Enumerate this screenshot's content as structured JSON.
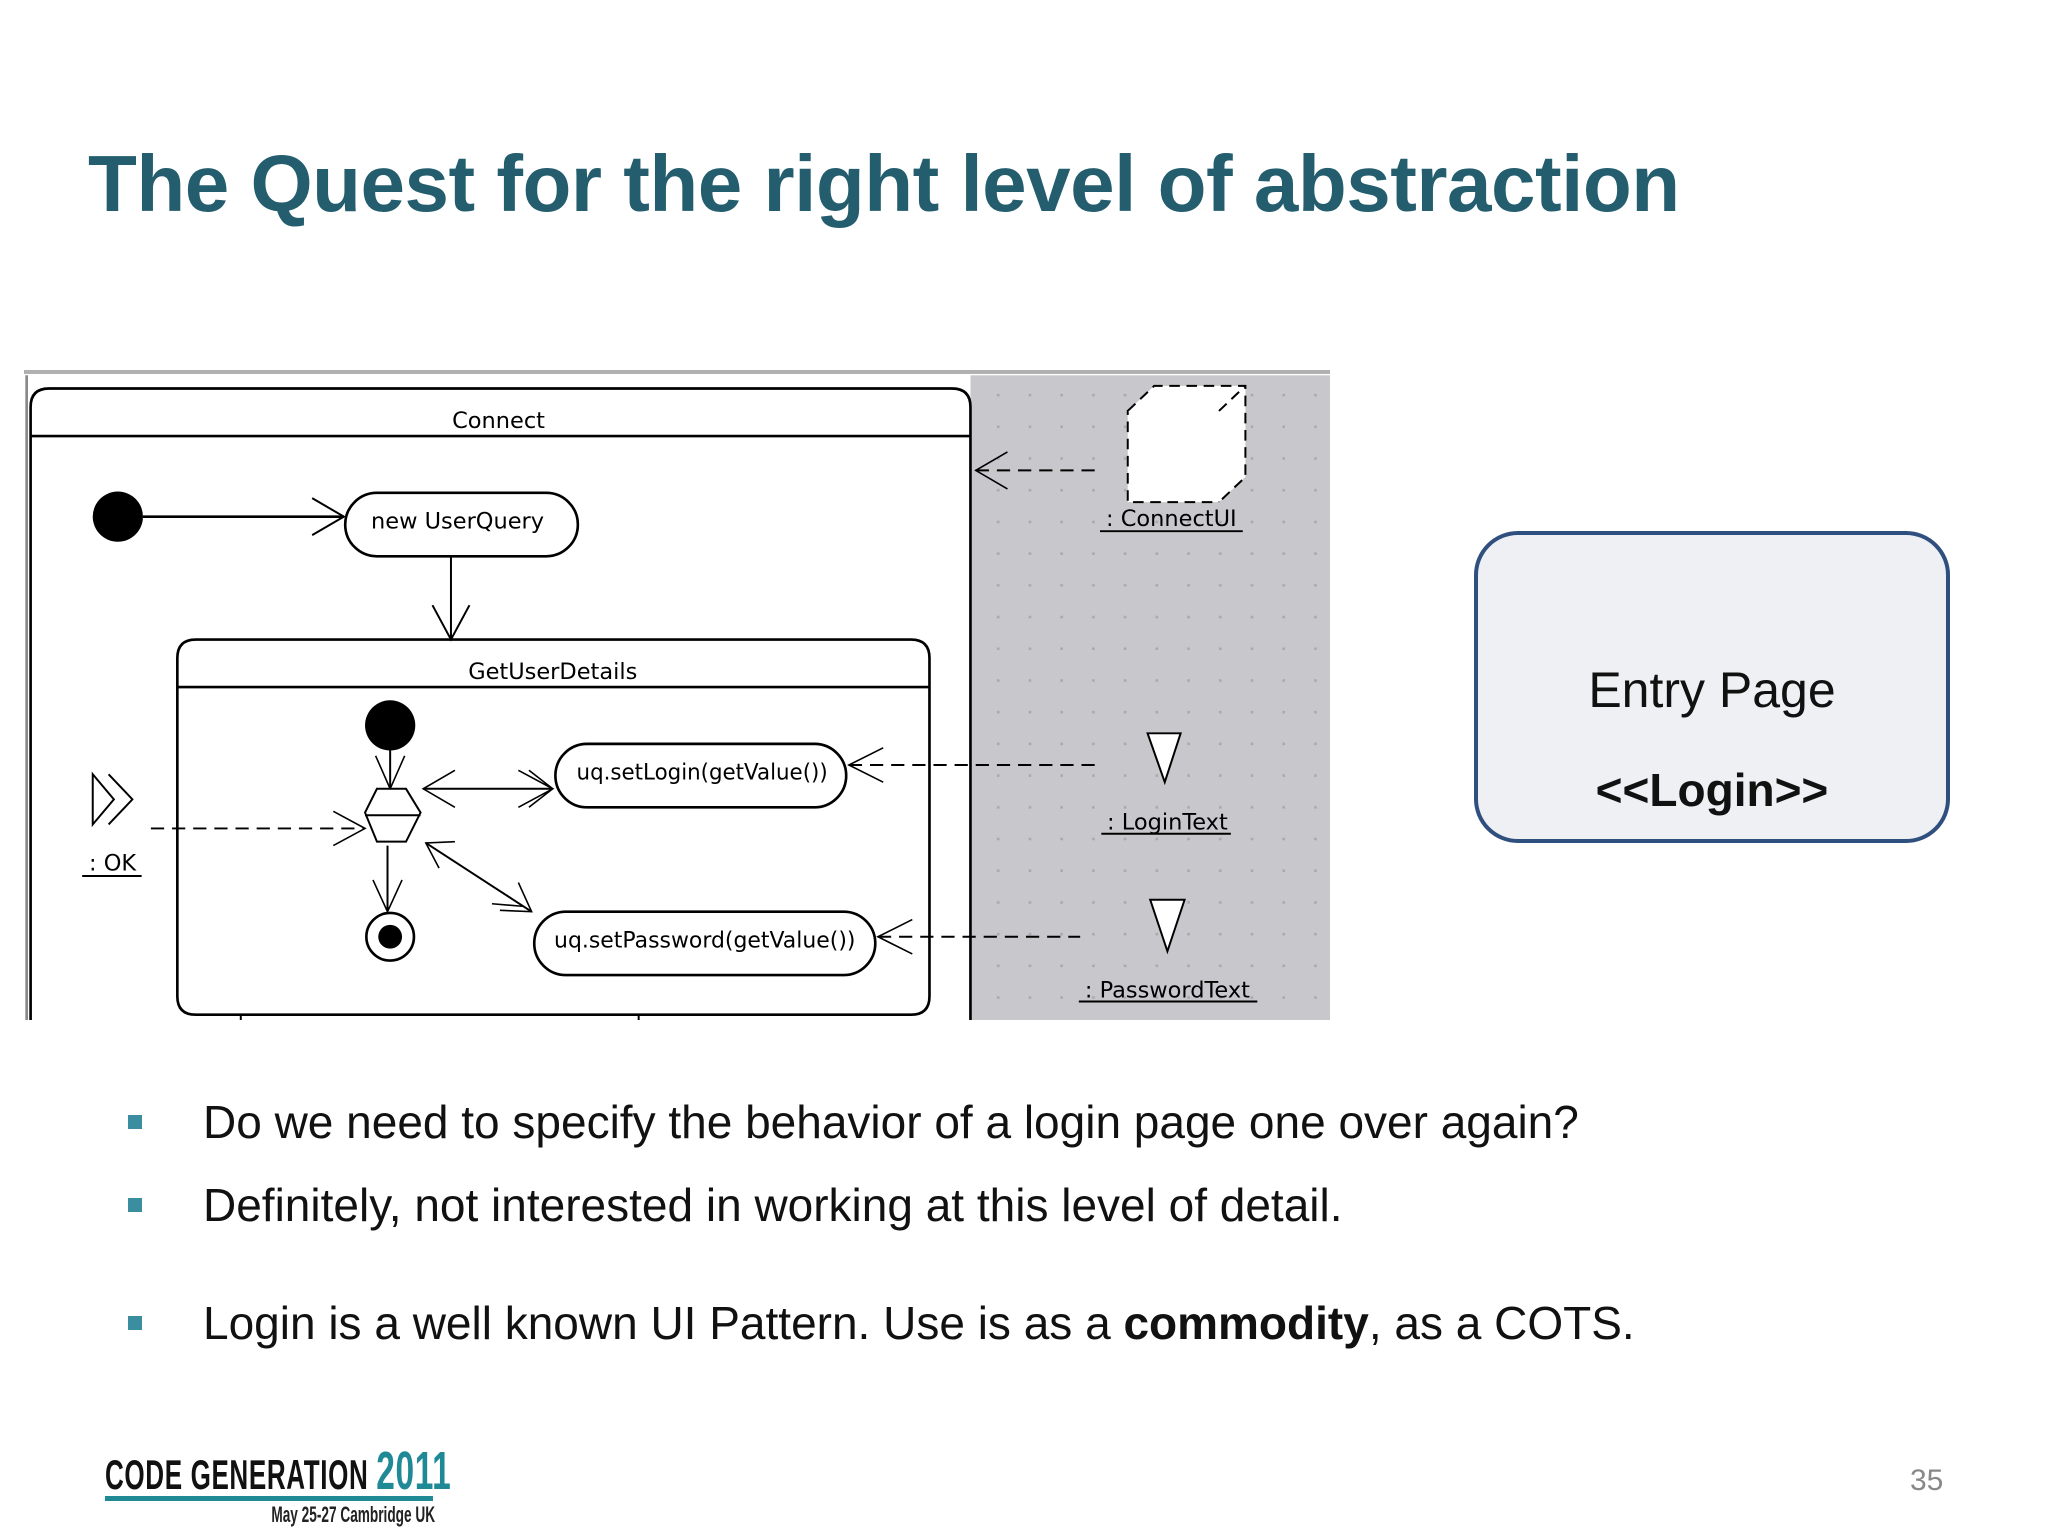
{
  "slide": {
    "title": "The Quest for the right level of abstraction",
    "page_number": "35"
  },
  "diagram": {
    "outer_state": "Connect",
    "action_new": "new UserQuery",
    "inner_state": "GetUserDetails",
    "action_login": "uq.setLogin(getValue())",
    "action_password": "uq.setPassword(getValue())",
    "object_connect": ": ConnectUI",
    "object_login": ": LoginText",
    "object_password": ": PasswordText",
    "signal_ok": ": OK"
  },
  "entry_box": {
    "title": "Entry Page",
    "stereotype": "<<Login>>"
  },
  "bullets": [
    {
      "text": "Do we need to specify the behavior of a login page one over again?"
    },
    {
      "text": "Definitely, not interested in working at this level of detail."
    },
    {
      "pre": "Login is a well known UI Pattern. Use is as a ",
      "bold": "commodity",
      "post": ", as a COTS."
    }
  ],
  "logo": {
    "name": "CODE GENERATION",
    "year": "2011",
    "subtitle": "May 25-27 Cambridge UK"
  },
  "colors": {
    "title": "#245e6e",
    "bullet": "#3a8ea0",
    "entry_border": "#2f4f7f",
    "entry_fill": "#eef0f4",
    "diagram_gray": "#c8c8cc"
  }
}
